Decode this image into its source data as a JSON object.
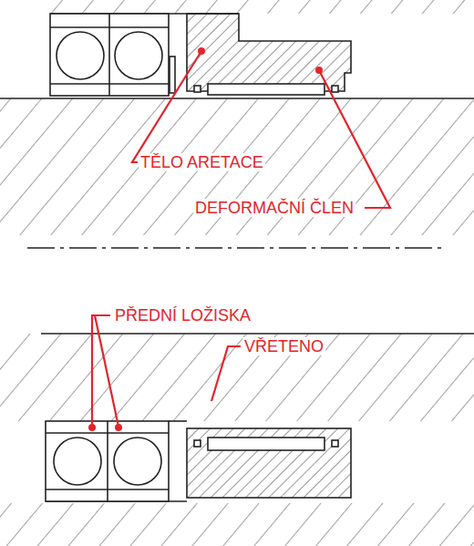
{
  "diagram": {
    "labels": [
      "TĚLO ARETACE",
      "DEFORMAČNÍ ČLEN",
      "PŘEDNÍ LOŽISKA",
      "VŘETENO"
    ]
  }
}
